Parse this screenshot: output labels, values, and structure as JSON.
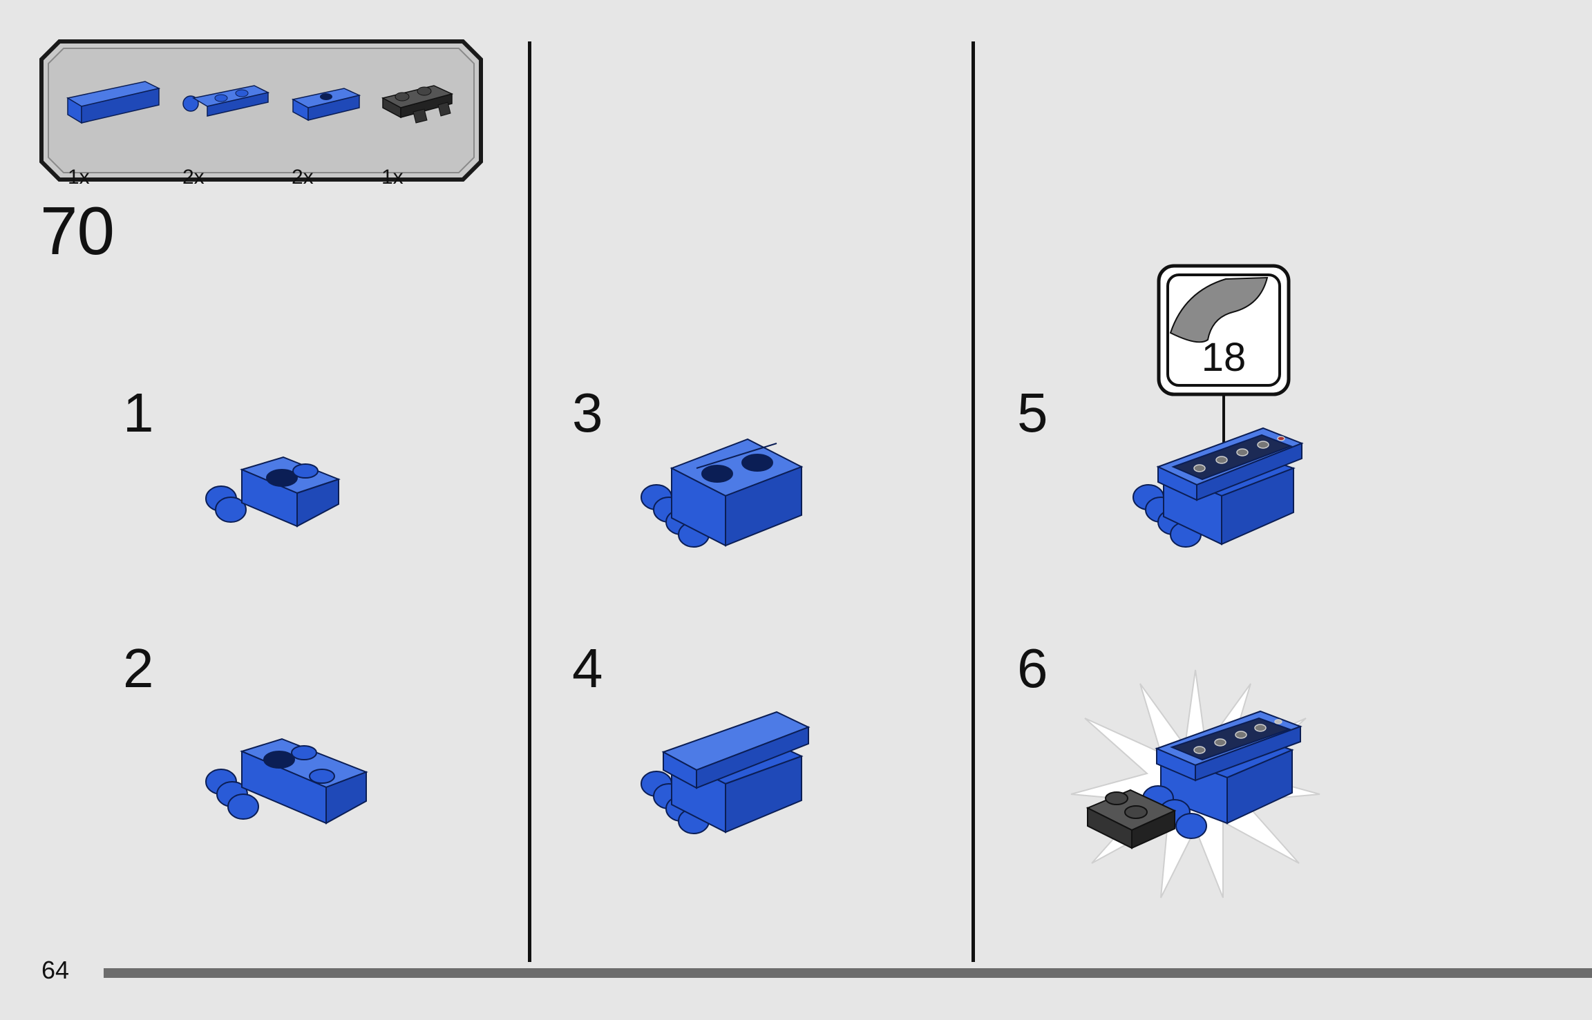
{
  "page": {
    "number": "64"
  },
  "main_step": {
    "number": "70"
  },
  "parts": [
    {
      "qty": "1x",
      "icon": "blue-tile-1x4-icon",
      "color": "#2a5bd7"
    },
    {
      "qty": "2x",
      "icon": "blue-clip-plate-icon",
      "color": "#2a5bd7"
    },
    {
      "qty": "2x",
      "icon": "blue-plate-1x2-icon",
      "color": "#2a5bd7"
    },
    {
      "qty": "1x",
      "icon": "black-bracket-plate-icon",
      "color": "#333333"
    }
  ],
  "substeps": [
    {
      "number": "1"
    },
    {
      "number": "2"
    },
    {
      "number": "3"
    },
    {
      "number": "4"
    },
    {
      "number": "5"
    },
    {
      "number": "6"
    }
  ],
  "sticker": {
    "number": "18"
  },
  "colors": {
    "brick_blue": "#2a5bd7",
    "brick_dark": "#333333",
    "background": "#e6e6e6",
    "panel": "#c8c8c8"
  },
  "progress": {
    "fraction": 1.0
  }
}
